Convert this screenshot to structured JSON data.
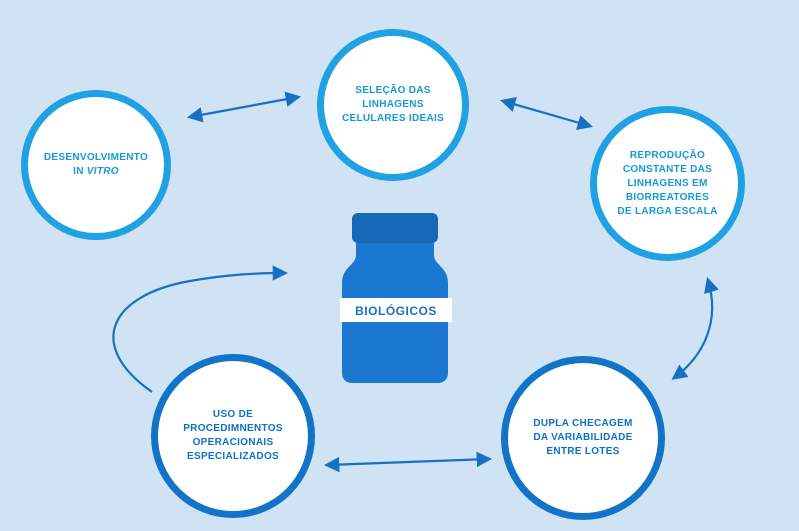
{
  "nodes": {
    "in_vitro": {
      "line1": "DESENVOLVIMENTO",
      "line2_prefix": "IN ",
      "line2_em": "VITRO"
    },
    "selecao": {
      "lines": [
        "SELEÇÃO DAS",
        "LINHAGENS",
        "CELULARES IDEAIS"
      ]
    },
    "reproducao": {
      "lines": [
        "REPRODUÇÃO",
        "CONSTANTE DAS",
        "LINHAGENS EM",
        "BIORREATORES",
        "DE LARGA ESCALA"
      ]
    },
    "dupla": {
      "lines": [
        "DUPLA CHECAGEM",
        "DA VARIABILIDADE",
        "ENTRE LOTES"
      ]
    },
    "procedimentos": {
      "lines": [
        "USO DE",
        "PROCEDIMNENTOS",
        "OPERACIONAIS",
        "ESPECIALIZADOS"
      ]
    }
  },
  "bottle": {
    "label": "BIOLÓGICOS"
  },
  "colors": {
    "background": "#cfe3f5",
    "light_ring": "#1fa1e3",
    "dark_ring": "#1273c8",
    "bottle_cap": "#1668b8",
    "bottle_body": "#1a78d0",
    "arrow": "#1670c4"
  }
}
